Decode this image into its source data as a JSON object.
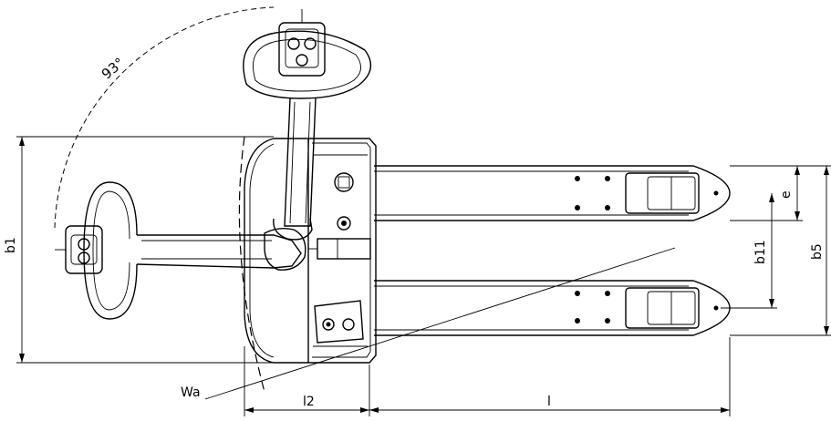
{
  "labels": {
    "angle": "93°",
    "b1": "b1",
    "b11": "b11",
    "b5": "b5",
    "e": "e",
    "wa": "Wa",
    "l2": "l2",
    "l": "l"
  }
}
